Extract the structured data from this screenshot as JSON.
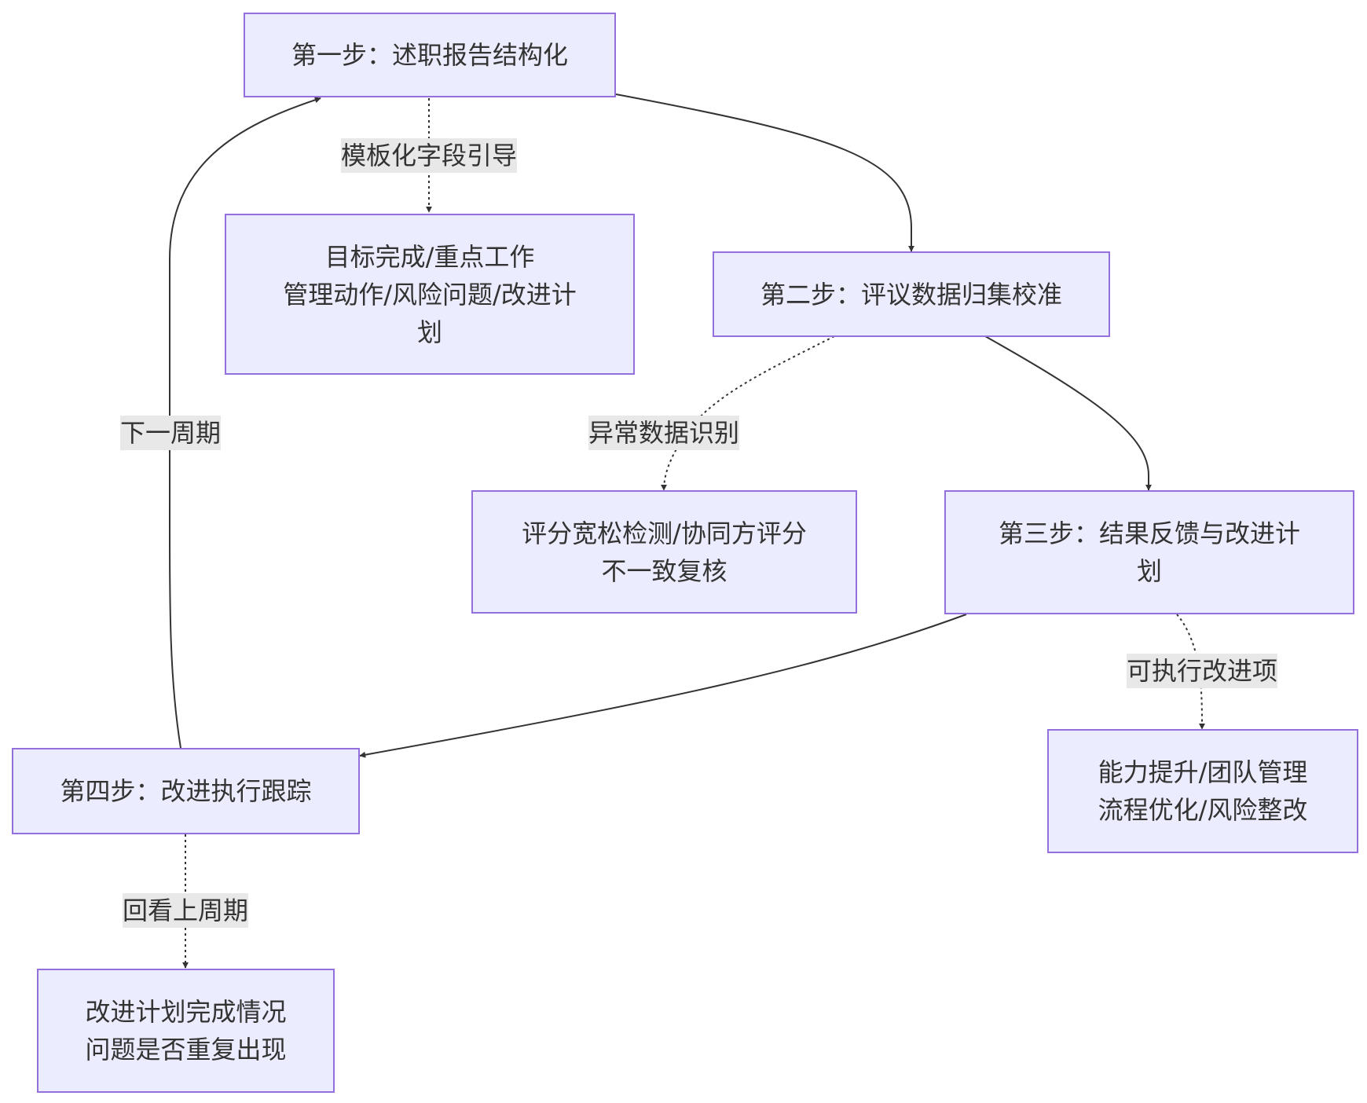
{
  "nodes": {
    "step1": "第一步：述职报告结构化",
    "fields": "目标完成/重点工作\n管理动作/风险问题/改进计\n划",
    "step2": "第二步：评议数据归集校准",
    "anomaly": "评分宽松检测/协同方评分\n不一致复核",
    "step3": "第三步：结果反馈与改进计\n划",
    "actions": "能力提升/团队管理\n流程优化/风险整改",
    "step4": "第四步：改进执行跟踪",
    "review": "改进计划完成情况\n问题是否重复出现"
  },
  "edge_labels": {
    "template": "模板化字段引导",
    "anomaly_id": "异常数据识别",
    "actionable": "可执行改进项",
    "next_cycle": "下一周期",
    "look_back": "回看上周期"
  },
  "colors": {
    "node_fill": "#ECECFF",
    "node_border": "#9370DB",
    "edge": "#333333",
    "edge_label_bg": "#e8e8e8",
    "text": "#333333"
  }
}
